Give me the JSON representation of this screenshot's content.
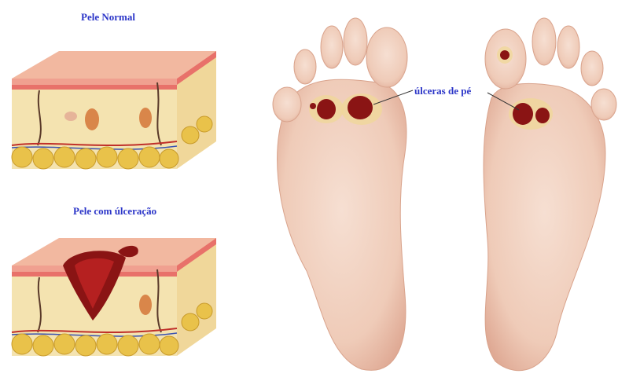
{
  "labels": {
    "normal_skin": "Pele Normal",
    "ulcerated_skin": "Pele com úlceração",
    "foot_ulcers": "úlceras de pé"
  },
  "colors": {
    "label_text": "#2b35c8",
    "skin_surface": "#f2b8a0",
    "dermis": "#f4e3b0",
    "fat": "#e9c24a",
    "ulcer": "#8a1414",
    "foot": "#f1d2c2"
  }
}
